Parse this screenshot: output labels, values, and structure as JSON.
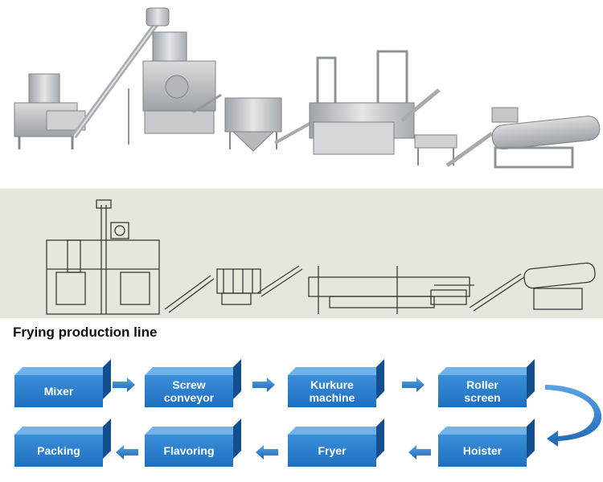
{
  "title": "Frying production line",
  "colors": {
    "box_front": "#2b7fd0",
    "box_top": "#6fb3ec",
    "box_side": "#134f8e",
    "arrow": "#2a7cd0",
    "drawing_bg": "#e6e6dc",
    "machine_steel": "#b8bcc0"
  },
  "flow": {
    "steps": [
      {
        "label": "Mixer"
      },
      {
        "label": "Screw\nconveyor"
      },
      {
        "label": "Kurkure\nmachine"
      },
      {
        "label": "Roller\nscreen"
      },
      {
        "label": "Hoister"
      },
      {
        "label": "Fryer"
      },
      {
        "label": "Flavoring"
      },
      {
        "label": "Packing"
      }
    ]
  }
}
